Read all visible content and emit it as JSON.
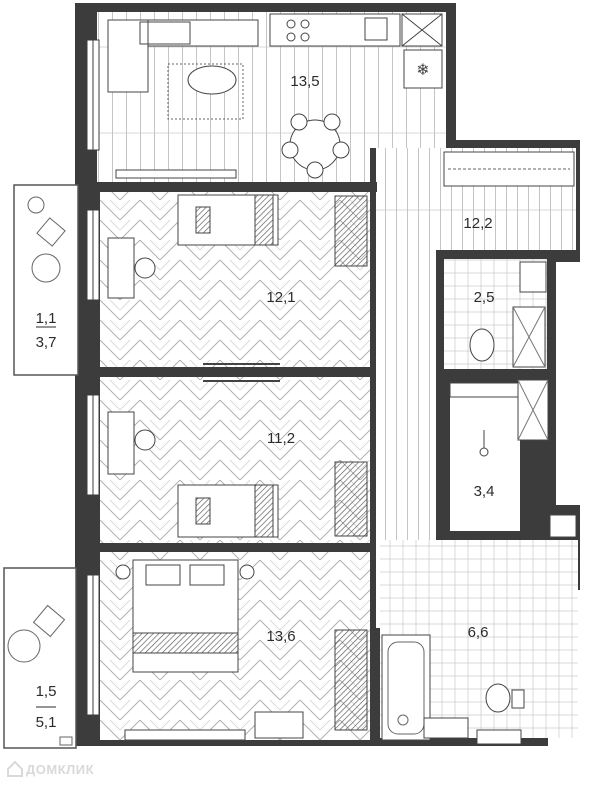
{
  "rooms": {
    "living_kitchen": "13,5",
    "bedroom_1": "12,1",
    "bedroom_2": "11,2",
    "bedroom_master": "13,6",
    "hallway": "12,2",
    "toilet": "2,5",
    "sauna": "3,4",
    "bathroom": "6,6"
  },
  "balconies": {
    "upper": {
      "area": "1,1",
      "total": "3,7"
    },
    "lower": {
      "area": "1,5",
      "total": "5,1"
    }
  },
  "watermark": "ДОМКЛИК",
  "colors": {
    "wall": "#3c3c3c",
    "line": "#555555",
    "floor_pattern": "#9a9a9a",
    "tile": "#c8c8c8"
  },
  "icons": {
    "freezer": "snowflake-icon",
    "sauna": "thermometer-icon",
    "watermark": "home-logo-icon"
  }
}
